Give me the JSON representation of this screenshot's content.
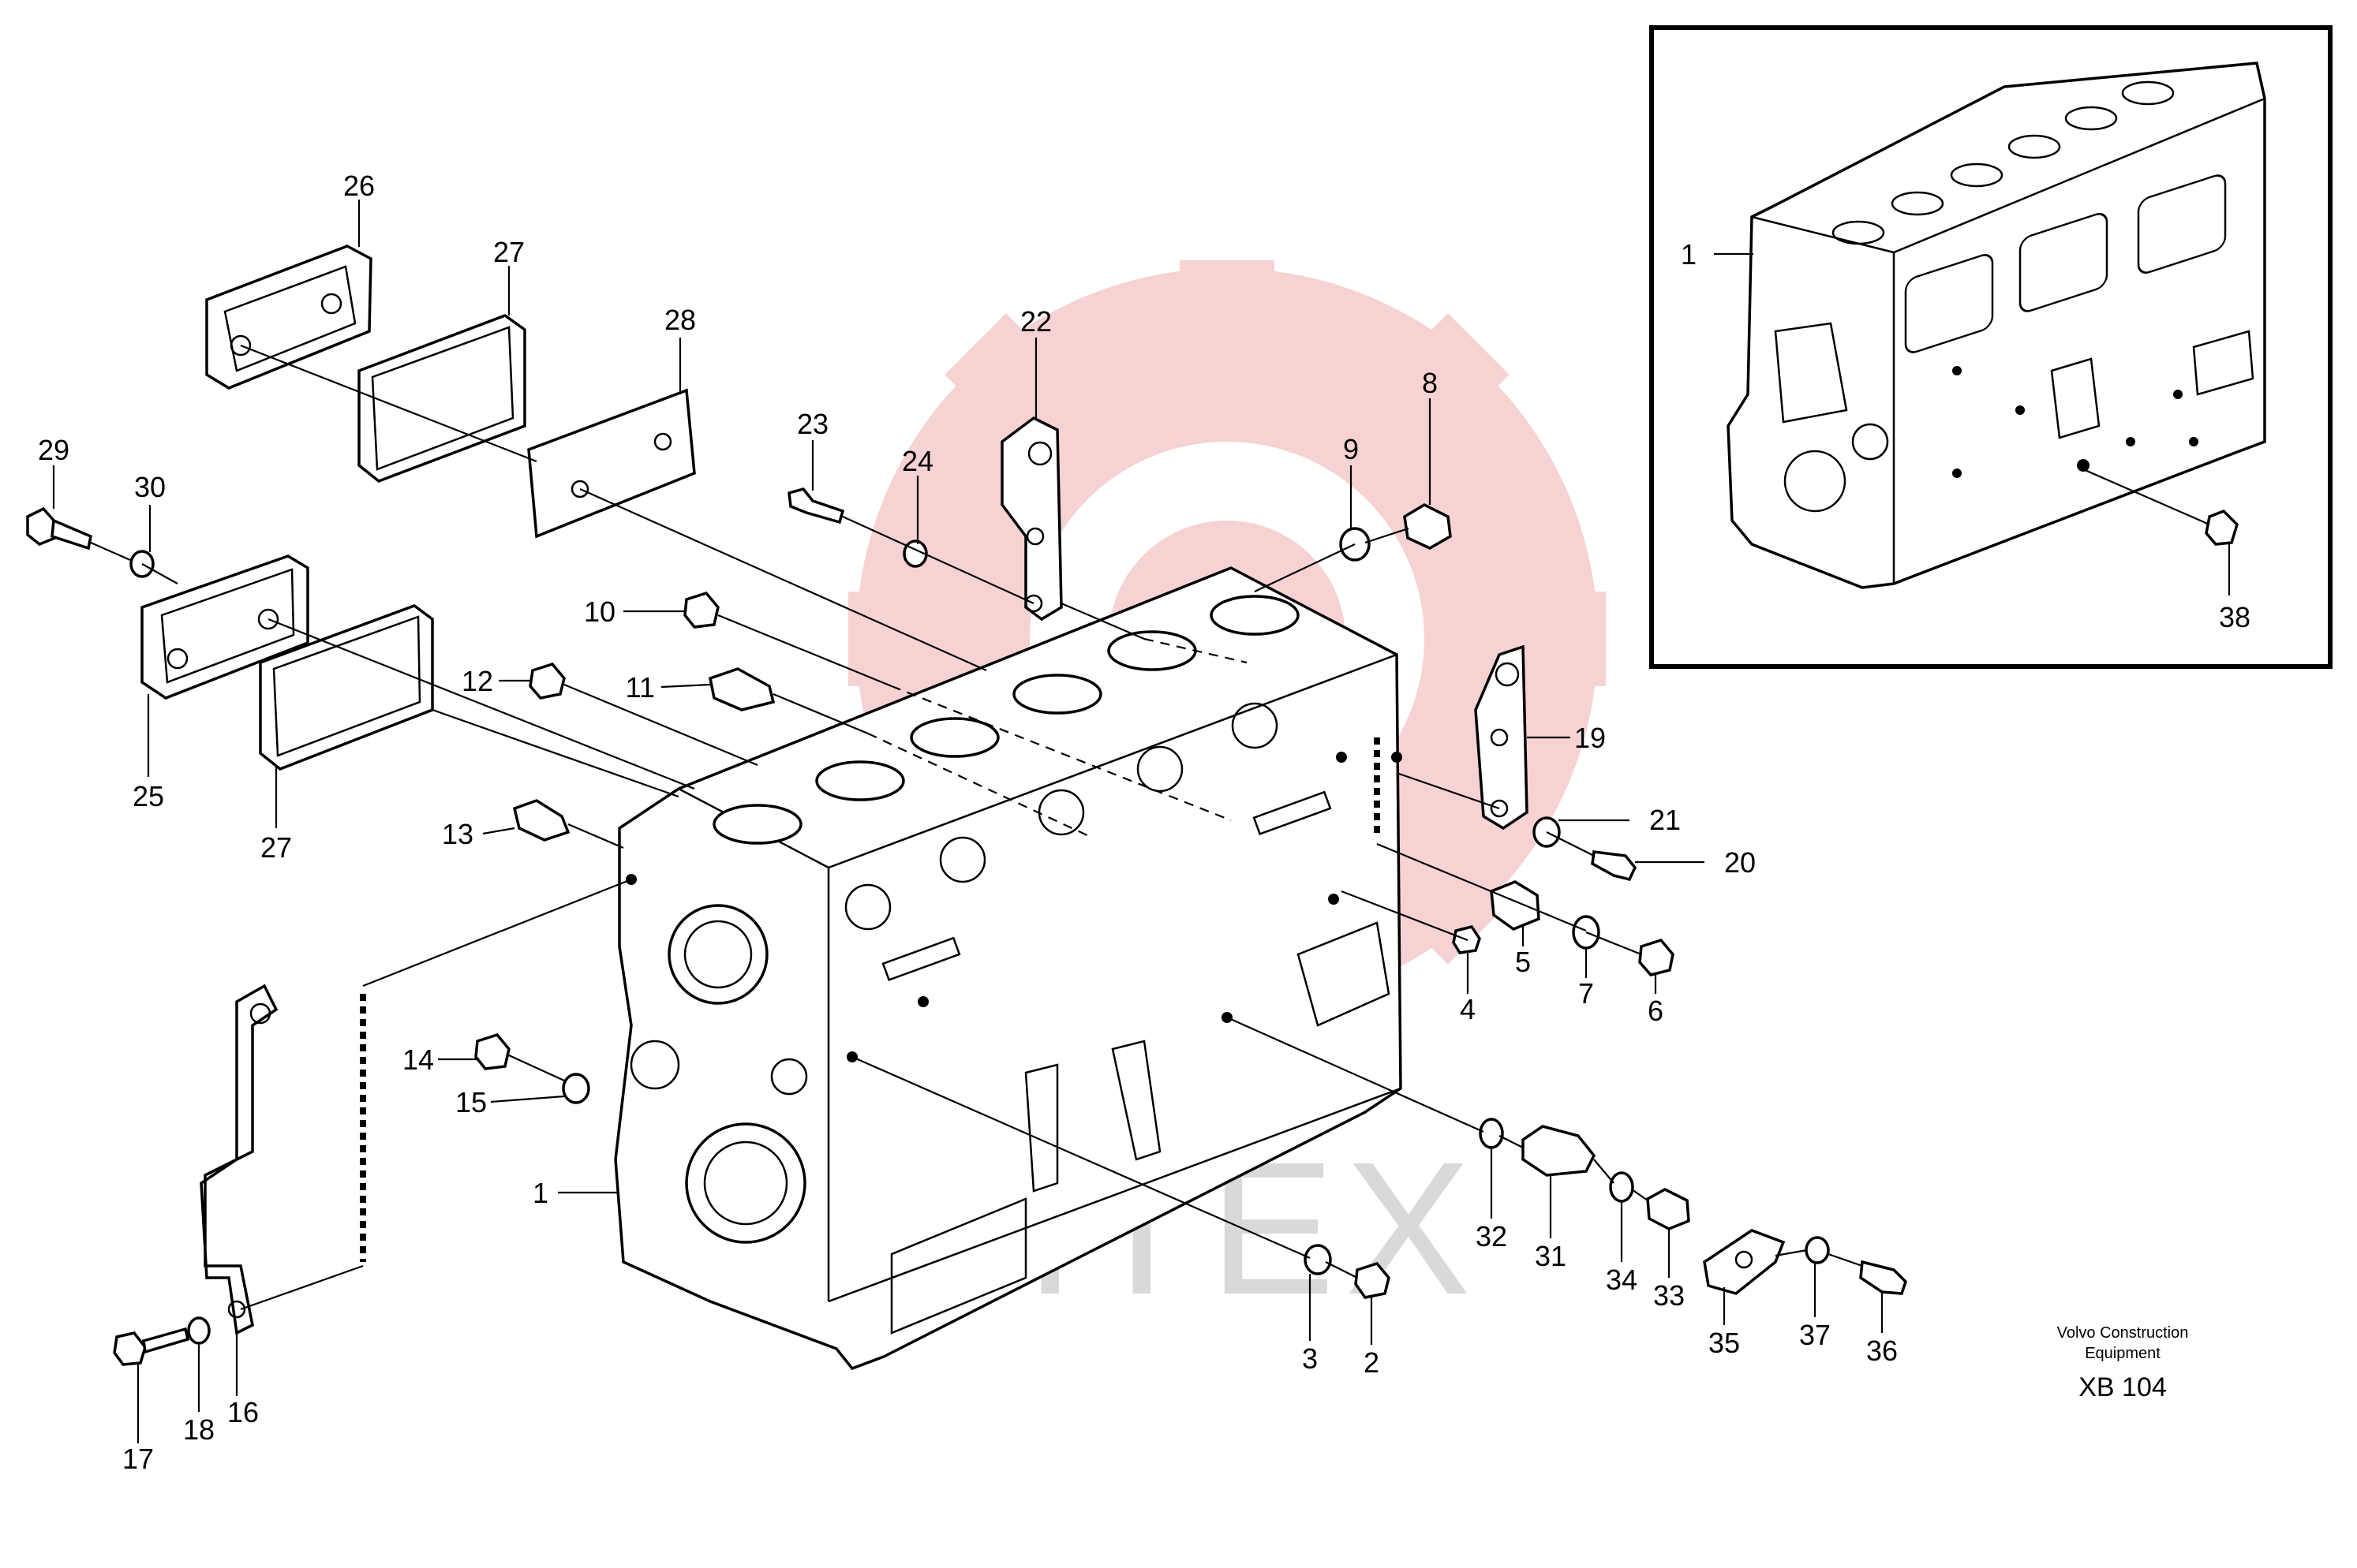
{
  "watermark": {
    "text": "ИНТЕХ",
    "gear_color": "#f6c9c9",
    "text_color": "#d7d7d7"
  },
  "callouts": [
    "1",
    "2",
    "3",
    "4",
    "5",
    "6",
    "7",
    "8",
    "9",
    "10",
    "11",
    "12",
    "13",
    "14",
    "15",
    "16",
    "17",
    "18",
    "19",
    "20",
    "21",
    "22",
    "23",
    "24",
    "25",
    "26",
    "27",
    "28",
    "29",
    "30",
    "31",
    "32",
    "33",
    "34",
    "35",
    "36",
    "37",
    "38"
  ],
  "inset": {
    "callouts": [
      "1",
      "38"
    ]
  },
  "footer": {
    "company_line1": "Volvo Construction",
    "company_line2": "Equipment",
    "code": "XB 104"
  }
}
